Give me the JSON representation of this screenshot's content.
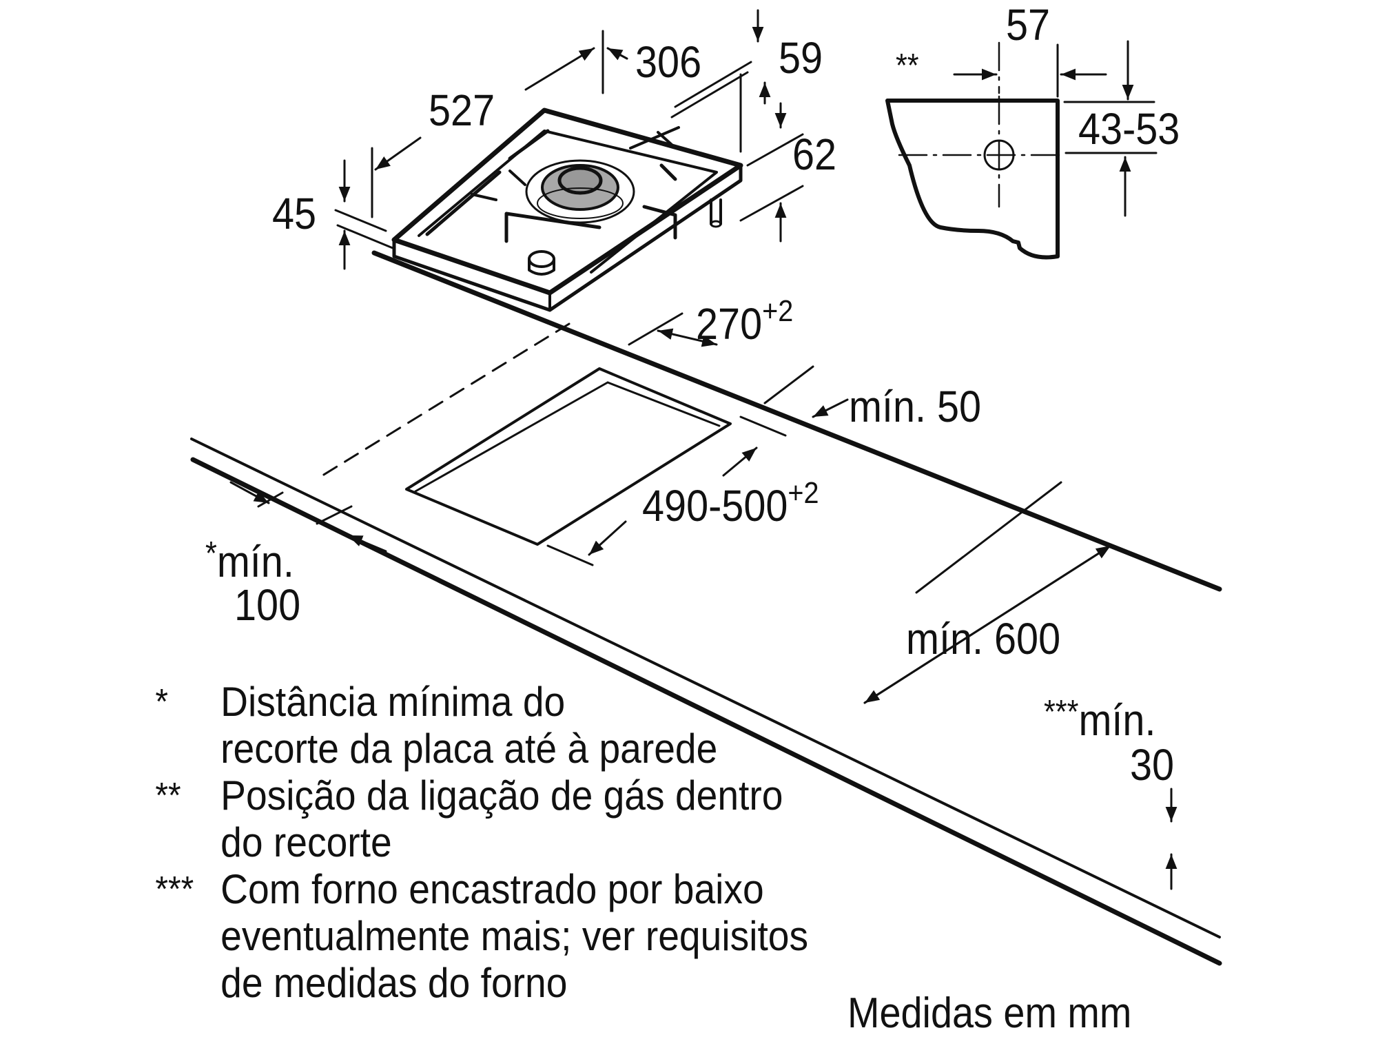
{
  "figure": {
    "title": "Gas hob installation dimensions",
    "units_note": "Medidas em mm",
    "appliance_dimensions": {
      "depth": "527",
      "width": "306",
      "height_above_top": "45",
      "burner_offset": "59",
      "underside_depth": "62"
    },
    "gas_connection_detail": {
      "marker": "**",
      "horizontal": "57",
      "vertical": "43-53"
    },
    "cutout": {
      "width": "270",
      "width_tolerance": "+2",
      "depth": "490-500",
      "depth_tolerance": "+2",
      "min_back": "mín. 50",
      "min_wall_marker": "*",
      "min_wall_label": "mín.",
      "min_wall_value": "100",
      "min_worktop_depth": "mín. 600",
      "min_thickness_marker": "***",
      "min_thickness_label": "mín.",
      "min_thickness_value": "30"
    },
    "notes": [
      {
        "mark": "*",
        "lines": [
          "Distância mínima do",
          "recorte da placa até à parede"
        ]
      },
      {
        "mark": "**",
        "lines": [
          "Posição da ligação de gás dentro",
          "do recorte"
        ]
      },
      {
        "mark": "***",
        "lines": [
          "Com forno encastrado por baixo",
          "eventualmente mais; ver requisitos",
          "de medidas do forno"
        ]
      }
    ]
  }
}
